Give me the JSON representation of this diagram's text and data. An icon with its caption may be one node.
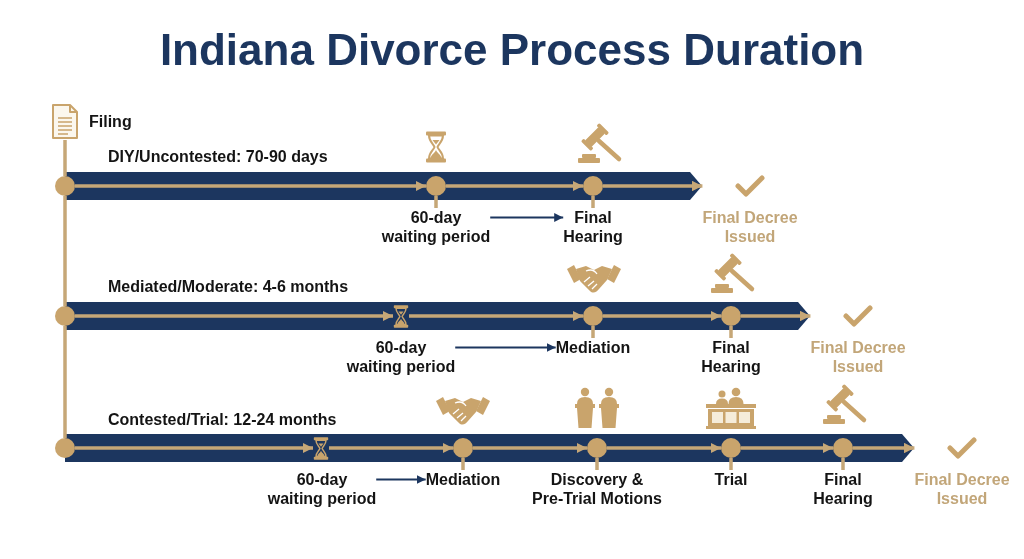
{
  "diagram": {
    "title": "Indiana Divorce Process Duration",
    "nodes": [
      {
        "text": [
          "Filing"
        ]
      },
      {
        "text": [],
        "shape": "circle"
      },
      {
        "text": [],
        "shape": "circle"
      },
      {
        "text": [
          "60-day waiting period"
        ]
      },
      {
        "text": [],
        "shape": "circle"
      },
      {
        "text": [
          "Final Hearing"
        ]
      },
      {
        "text": [
          "Final Decree Issued"
        ]
      },
      {
        "text": [],
        "shape": "circle"
      },
      {
        "text": [],
        "shape": "picture"
      },
      {
        "text": [
          "60-day waiting period"
        ]
      },
      {
        "text": [],
        "shape": "circle"
      },
      {
        "text": [
          "Mediation"
        ]
      },
      {
        "text": [],
        "shape": "circle"
      },
      {
        "text": [
          "Final Hearing"
        ]
      },
      {
        "text": [
          "Final Decree Issued"
        ]
      },
      {
        "text": [],
        "shape": "circle"
      },
      {
        "text": [],
        "shape": "picture"
      },
      {
        "text": [
          "60-day waiting period"
        ]
      },
      {
        "text": [],
        "shape": "circle"
      },
      {
        "text": [
          "Mediation"
        ]
      },
      {
        "text": [],
        "shape": "circle"
      },
      {
        "text": [
          "Discovery & Pre-Trial Motions"
        ]
      },
      {
        "text": [],
        "shape": "circle"
      },
      {
        "text": [
          "Trial"
        ]
      },
      {
        "text": [],
        "shape": "circle"
      },
      {
        "text": [
          "Final Hearing"
        ]
      },
      {
        "text": [
          "Final Decree Issued"
        ]
      }
    ],
    "edges": [
      {
        "from": 0,
        "to": 1,
        "arrow": "none"
      },
      {
        "from": 1,
        "to": 7,
        "arrow": "none"
      },
      {
        "from": 7,
        "to": 15,
        "arrow": "none"
      },
      {
        "from": 1,
        "to": 2,
        "arrow": "to"
      },
      {
        "from": 2,
        "to": 4,
        "arrow": "to"
      },
      {
        "from": 4,
        "to": 6,
        "arrow": "to"
      },
      {
        "from": 3,
        "to": 2,
        "arrow": "none"
      },
      {
        "from": 5,
        "to": 4,
        "arrow": "none"
      },
      {
        "from": 3,
        "to": 5,
        "arrow": "to",
        "color": "#1c365f"
      },
      {
        "from": 7,
        "to": 8,
        "arrow": "to"
      },
      {
        "from": 8,
        "to": 10,
        "arrow": "to"
      },
      {
        "from": 10,
        "to": 12,
        "arrow": "to"
      },
      {
        "from": 12,
        "to": 14,
        "arrow": "to"
      },
      {
        "from": 11,
        "to": 10,
        "arrow": "none"
      },
      {
        "from": 13,
        "to": 12,
        "arrow": "none"
      },
      {
        "from": 9,
        "to": 11,
        "arrow": "to",
        "color": "#1c365f"
      },
      {
        "from": 15,
        "to": 16,
        "arrow": "to"
      },
      {
        "from": 16,
        "to": 18,
        "arrow": "to"
      },
      {
        "from": 18,
        "to": 20,
        "arrow": "to"
      },
      {
        "from": 20,
        "to": 22,
        "arrow": "to"
      },
      {
        "from": 22,
        "to": 24,
        "arrow": "to"
      },
      {
        "from": 24,
        "to": 26,
        "arrow": "to"
      },
      {
        "from": 19,
        "to": 18,
        "arrow": "none"
      },
      {
        "from": 21,
        "to": 20,
        "arrow": "none"
      },
      {
        "from": 23,
        "to": 22,
        "arrow": "none"
      },
      {
        "from": 25,
        "to": 24,
        "arrow": "none"
      },
      {
        "from": 17,
        "to": 19,
        "arrow": "to",
        "color": "#1c365f"
      }
    ],
    "labels": [
      "DIY/Uncontested: 70-90 days",
      "Mediated/Moderate: 4-6 months",
      "Contested/Trial: 12-24 months"
    ]
  }
}
